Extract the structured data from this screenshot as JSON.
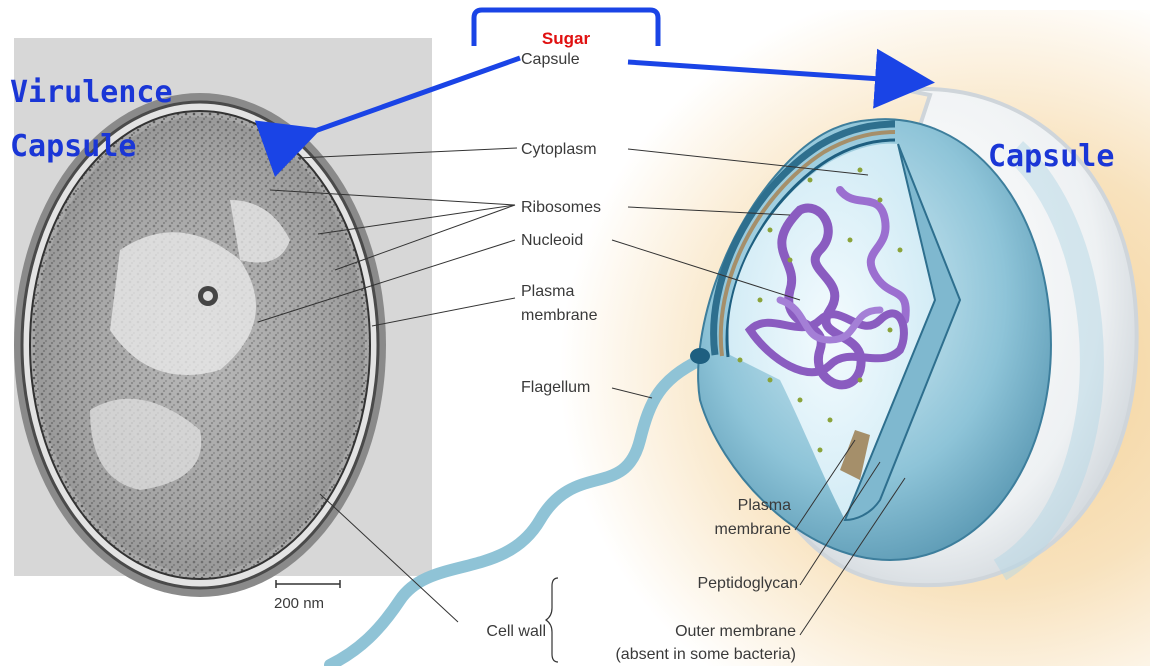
{
  "annotations": {
    "left_title_line1": "Virulence",
    "left_title_line2": "Capsule",
    "right_title": "Capsule",
    "sugar": "Sugar"
  },
  "labels": {
    "capsule": "Capsule",
    "cytoplasm": "Cytoplasm",
    "ribosomes": "Ribosomes",
    "nucleoid": "Nucleoid",
    "plasma_membrane_line1": "Plasma",
    "plasma_membrane_line2": "membrane",
    "flagellum": "Flagellum",
    "plasma_membrane2_line1": "Plasma",
    "plasma_membrane2_line2": "membrane",
    "peptidoglycan": "Peptidoglycan",
    "cell_wall": "Cell wall",
    "outer_membrane_line1": "Outer membrane",
    "outer_membrane_line2": "(absent in some bacteria)",
    "scale_bar": "200 nm"
  },
  "colors": {
    "arrow_blue": "#1a44e6",
    "annotation_blue": "#1a36d6",
    "sugar_red": "#e01010",
    "cell_blue": "#8ec4d8",
    "nucleoid_purple": "#8a5cc0",
    "background_peach": "#f6d9a8"
  }
}
